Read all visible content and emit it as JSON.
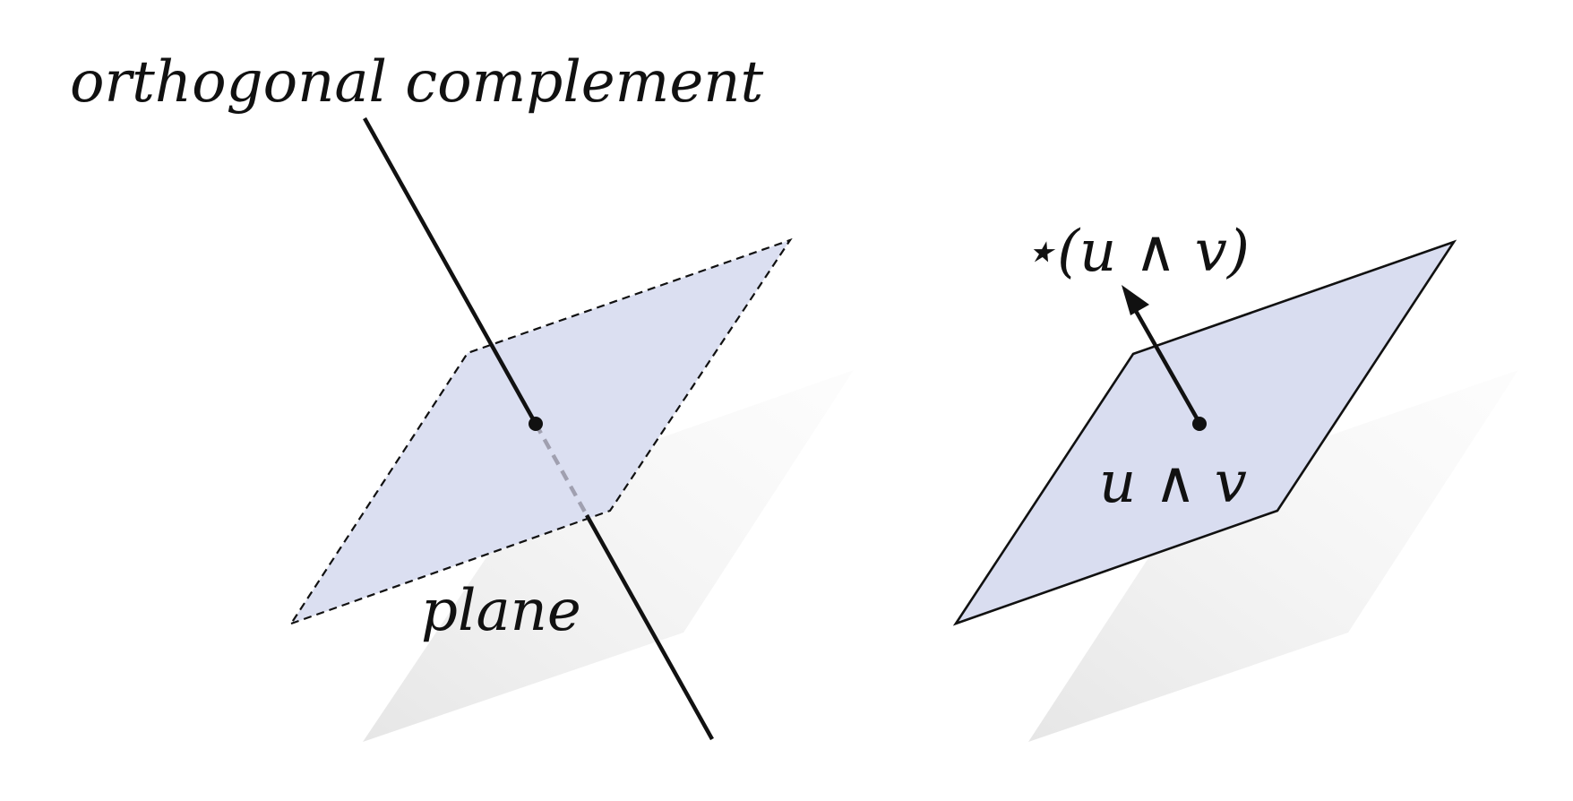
{
  "labels": {
    "orthogonal_complement": "orthogonal complement",
    "plane": "plane",
    "hodge_star_label": "⋆(u ∧ v)",
    "wedge_label": "u ∧ v"
  },
  "colors": {
    "plane_fill": "#d9ddf0",
    "shadow_fill": "#ececec",
    "line": "#111111",
    "hidden_line": "#a6a6b4"
  }
}
